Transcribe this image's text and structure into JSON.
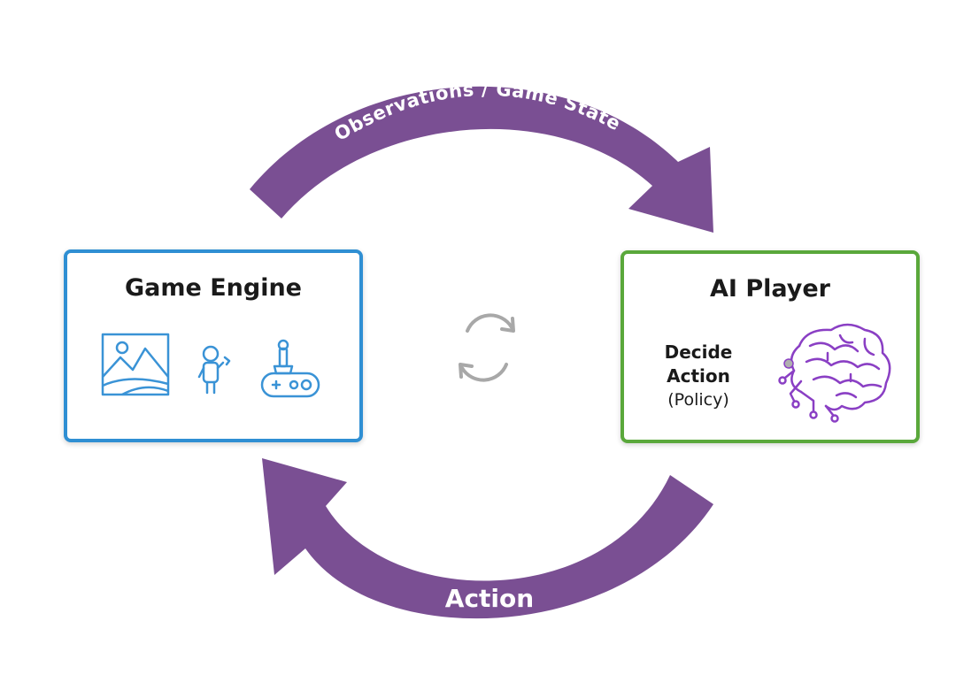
{
  "diagram": {
    "top_arrow_label": "Observations / Game State",
    "bottom_arrow_label": "Action",
    "game_engine": {
      "title": "Game Engine",
      "icons": [
        "landscape-image-icon",
        "character-icon",
        "game-controller-icon"
      ]
    },
    "ai_player": {
      "title": "AI Player",
      "policy_line1": "Decide",
      "policy_line2": "Action",
      "policy_line3": "(Policy)",
      "icon": "brain-circuit-icon"
    },
    "center_icon": "refresh-cycle-icon",
    "colors": {
      "arrow": "#7a4f93",
      "game_engine_border": "#2f8fd3",
      "ai_player_border": "#5aa83b",
      "icon_blue": "#3a93d6",
      "brain_purple": "#8a3fc4",
      "cycle_gray": "#a8a8a8"
    }
  }
}
